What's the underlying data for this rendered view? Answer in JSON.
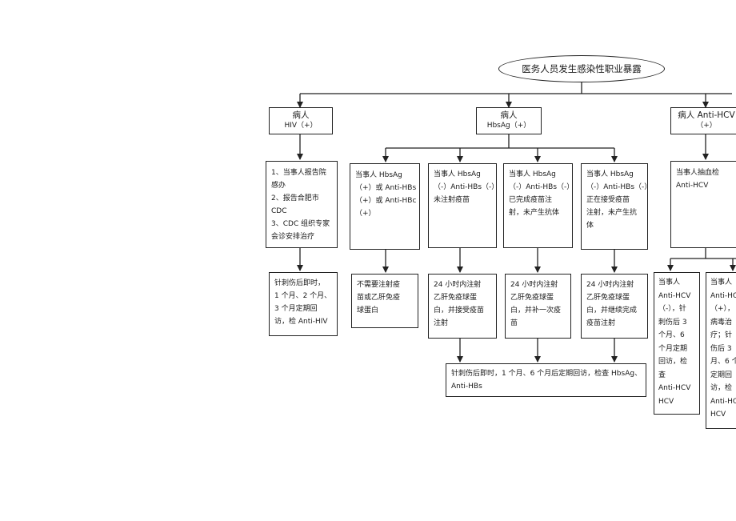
{
  "root": "医务人员发生感染性职业暴露",
  "sources": {
    "hiv": {
      "title": "病人",
      "sub": "HIV（+）"
    },
    "hbsag": {
      "title": "病人",
      "sub": "HbsAg（+）"
    },
    "hcv": {
      "title": "病人 Anti-HCV",
      "sub": "（+）"
    }
  },
  "hiv_steps": {
    "report": [
      "1、当事人报告院",
      "感办",
      "2、报告合肥市",
      "CDC",
      "3、CDC 组织专家",
      "会诊安排治疗"
    ],
    "followup": [
      "针刺伤后即时，",
      "1 个月、2 个月、",
      "3 个月定期回",
      "访，检 Anti-HIV"
    ]
  },
  "hbv_cases": [
    [
      "当事人 HbsAg",
      "（+）或 Anti-HBs",
      "（+）或 Anti-HBc",
      "（+）"
    ],
    [
      "当事人 HbsAg",
      "（-）Anti-HBs（-）",
      "未注射疫苗"
    ],
    [
      "当事人 HbsAg",
      "（-）Anti-HBs（-）",
      "已完成疫苗注",
      "射，未产生抗体"
    ],
    [
      "当事人 HbsAg",
      "（-）Anti-HBs（-）",
      "正在接受疫苗",
      "注射，未产生抗",
      "体"
    ]
  ],
  "hbv_actions": [
    [
      "不需要注射疫",
      "苗或乙肝免疫",
      "球蛋白"
    ],
    [
      "24 小时内注射",
      "乙肝免疫球蛋",
      "白，并接受疫苗",
      "注射"
    ],
    [
      "24 小时内注射",
      "乙肝免疫球蛋",
      "白，并补一次疫",
      "苗"
    ],
    [
      "24 小时内注射",
      "乙肝免疫球蛋",
      "白，并继续完成",
      "疫苗注射"
    ]
  ],
  "hbv_followup": [
    "针刺伤后即时，1 个月、6 个月后定期回访，检查 HbsAg、",
    "Anti-HBs"
  ],
  "hcv_steps": {
    "blood": [
      "当事人抽血检",
      "Anti-HCV"
    ],
    "negative": [
      "当事人",
      "Anti-HCV",
      "（-），针",
      "刺伤后 3",
      "个月、6",
      "个月定期",
      "回访，检",
      "查",
      "Anti-HCV",
      "HCV"
    ],
    "positive": [
      "当事人",
      "Anti-HC",
      "（+），",
      "病毒治",
      "疗；针",
      "伤后 3",
      "月、6 个",
      "定期回",
      "访，检",
      "Anti-HC",
      "HCV"
    ]
  }
}
